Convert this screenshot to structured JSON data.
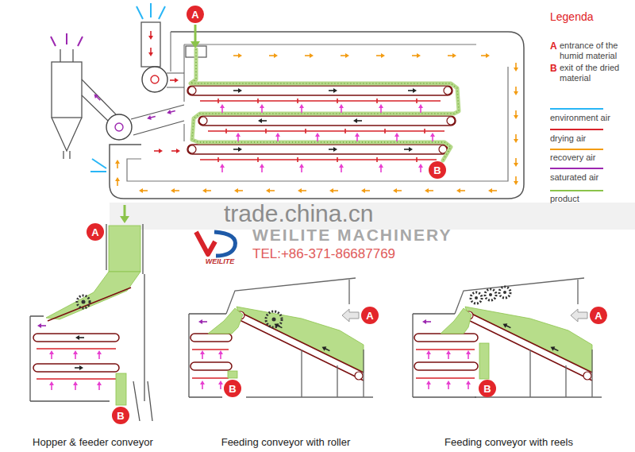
{
  "diagram": {
    "nodes": [
      {
        "text": [
          "A"
        ]
      },
      {
        "text": [
          "B"
        ]
      },
      {
        "text": [
          "A"
        ]
      },
      {
        "text": [
          "B"
        ]
      },
      {
        "text": [
          "A"
        ]
      },
      {
        "text": [
          "B"
        ]
      },
      {
        "text": [
          "A"
        ]
      },
      {
        "text": [
          "B"
        ]
      }
    ],
    "labels": [
      "Legenda",
      "A",
      "B",
      "trade.china.cn",
      "WEILITE MACHINERY",
      "TEL:+86-371-86687769",
      "WEILITE",
      "Hopper & feeder conveyor",
      "Feeding conveyor with roller",
      "Feeding conveyor with reels"
    ],
    "legend": [
      {
        "text": "entrance of the humid material"
      },
      {
        "text": "exit of the dried material"
      },
      {
        "text": "environment air"
      },
      {
        "text": "drying air"
      },
      {
        "text": "recovery air"
      },
      {
        "text": "saturated air"
      },
      {
        "text": "product"
      }
    ]
  }
}
